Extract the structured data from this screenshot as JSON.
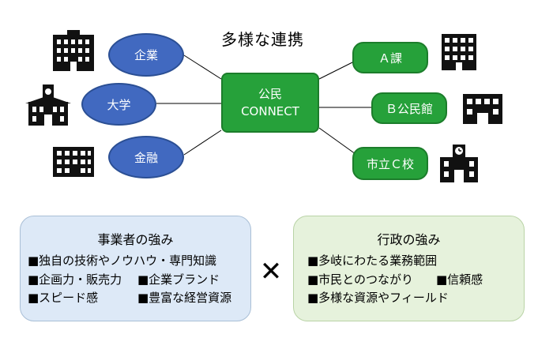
{
  "diagram": {
    "title": "多様な連携",
    "hub": {
      "line1": "公民",
      "line2": "CONNECT"
    },
    "left_nodes": [
      "企業",
      "大学",
      "金融"
    ],
    "right_nodes": [
      "Ａ課",
      "Ｂ公民館",
      "市立Ｃ校"
    ],
    "icons": {
      "company": "office-building-icon",
      "university": "university-building-icon",
      "bank": "bank-building-icon",
      "dept": "office-building-icon",
      "hall": "community-hall-icon",
      "school": "school-building-icon"
    },
    "business_panel": {
      "title": "事業者の強み",
      "bullets": [
        "■独自の技術やノウハウ・専門知識",
        "■企画力・販売力",
        "■企業ブランド",
        "■スピード感",
        "■豊富な経営資源"
      ]
    },
    "admin_panel": {
      "title": "行政の強み",
      "bullets": [
        "■多岐にわたる業務範囲",
        "■市民とのつながり",
        "■信頼感",
        "■多様な資源やフィールド"
      ]
    },
    "cross_symbol": "✕",
    "colors": {
      "blue_node": "#4169c0",
      "green_node": "#26a13a",
      "business_bg": "#dde9f7",
      "admin_bg": "#e6f2dc"
    }
  }
}
